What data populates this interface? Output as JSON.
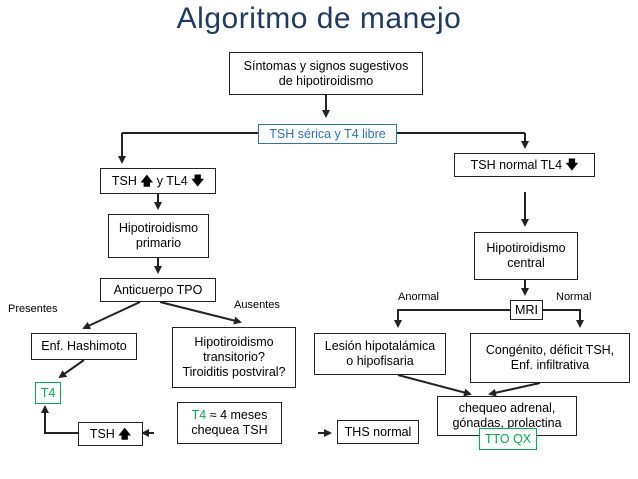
{
  "title": "Algoritmo de manejo",
  "nodes": {
    "symptoms": {
      "line1": "Síntomas y signos sugestivos",
      "line2": "de hipotiroidismo"
    },
    "tsh_free_t4": "TSH sérica y T4 libre",
    "tsh_high": {
      "text": "TSH",
      "mid": "y TL4"
    },
    "tsh_normal": "TSH normal TL4",
    "primary_hypo": {
      "line1": "Hipotiroidismo",
      "line2": "primario"
    },
    "central_hypo": {
      "line1": "Hipotiroidismo",
      "line2": "central"
    },
    "tpo": "Anticuerpo TPO",
    "hashimoto": "Enf. Hashimoto",
    "transitory": {
      "line1": "Hipotiroidismo",
      "line2": "transitorio?",
      "line3": "Tiroiditis postviral?"
    },
    "mri": "MRI",
    "hypothalamic": {
      "line1": "Lesión hipotalámica",
      "line2": "o hipofisaria"
    },
    "congenital": {
      "line1": "Congénito, déficit TSH,",
      "line2": "Enf. infiltrativa"
    },
    "t4": "T4",
    "tsh_up": "TSH",
    "t4_months": {
      "t4": "T4",
      "rest": " ≈ 4 meses",
      "line2": "chequea TSH"
    },
    "ths_normal": "THS normal",
    "adrenal": {
      "line1": "chequeo adrenal,",
      "line2": "gónadas, prolactina"
    },
    "tto": "TTO QX"
  },
  "labels": {
    "presentes": "Presentes",
    "ausentes": "Ausentes",
    "anormal": "Anormal",
    "normal": "Normal"
  },
  "icons": {
    "up": "arrow-up-icon",
    "down": "arrow-down-icon"
  },
  "colors": {
    "title": "#1f3a63",
    "blue": "#2b73b6",
    "green": "#00b050"
  }
}
